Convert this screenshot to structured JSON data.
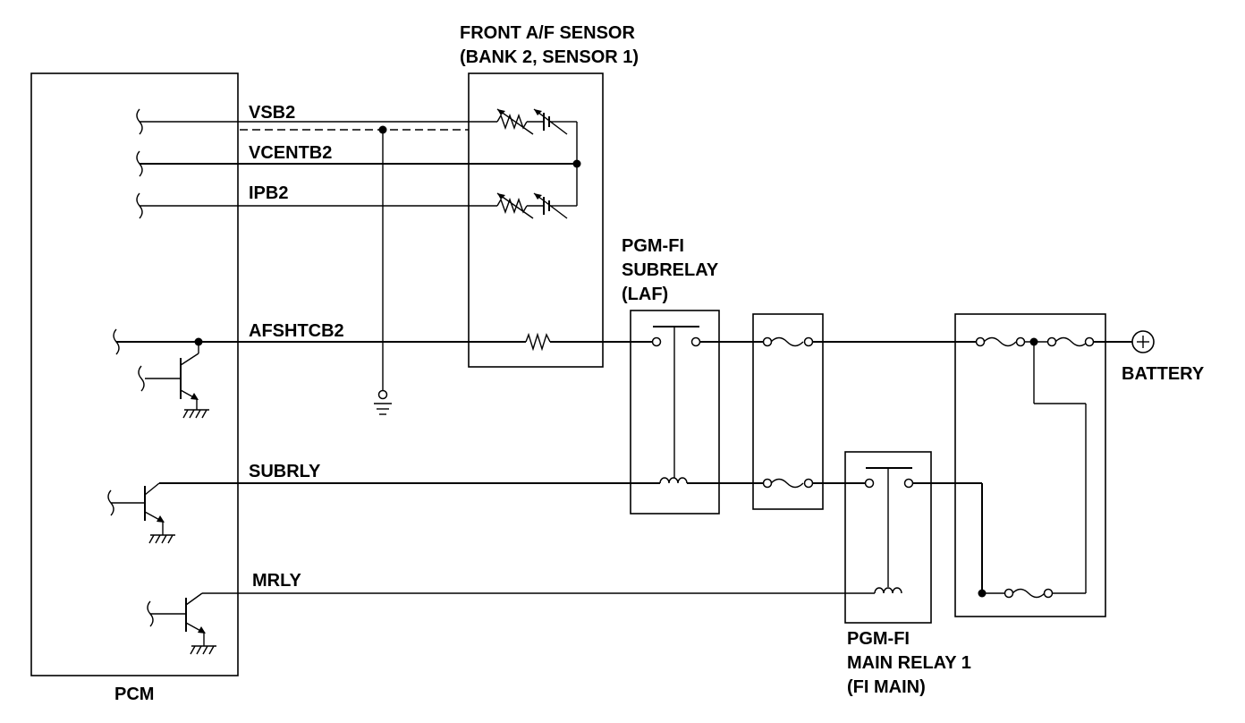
{
  "colors": {
    "ink": "#000000",
    "background": "#ffffff"
  },
  "labels": {
    "sensor_title_line1": "FRONT A/F SENSOR",
    "sensor_title_line2": "(BANK 2, SENSOR 1)",
    "pcm": "PCM",
    "battery": "BATTERY",
    "subrelay_line1": "PGM-FI",
    "subrelay_line2": "SUBRELAY",
    "subrelay_line3": "(LAF)",
    "main_relay_line1": "PGM-FI",
    "main_relay_line2": "MAIN RELAY 1",
    "main_relay_line3": "(FI MAIN)"
  },
  "wires": {
    "vsb2": "VSB2",
    "vcentb2": "VCENTB2",
    "ipb2": "IPB2",
    "afshtcb2": "AFSHTCB2",
    "subrly": "SUBRLY",
    "mrly": "MRLY"
  },
  "icons": {
    "battery_terminal": "plus-circle-icon",
    "ground": "ground-icon",
    "signal_ground": "signal-ground-icon",
    "fuse": "fuse-icon",
    "relay_coil": "coil-icon",
    "relay_contact": "switch-icon",
    "resistor": "resistor-icon",
    "transistor": "npn-transistor-icon"
  }
}
